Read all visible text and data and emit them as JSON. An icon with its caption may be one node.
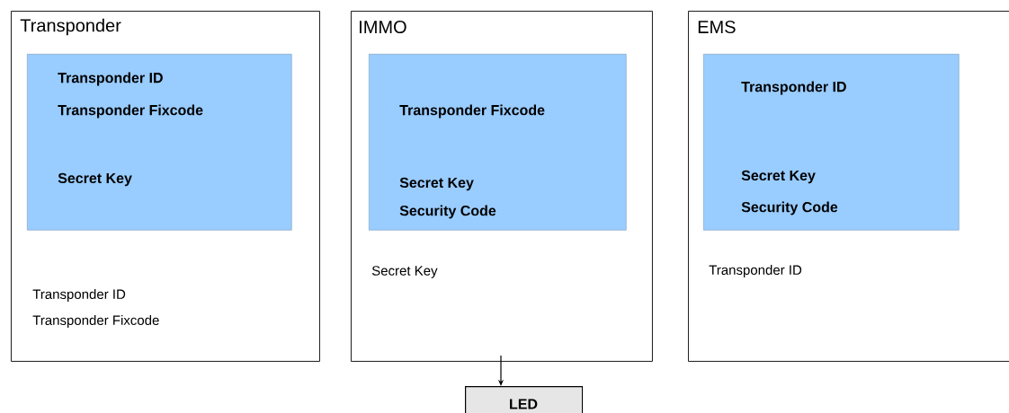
{
  "diagram": {
    "nodes": [
      {
        "text": [
          "Transponder",
          "Transponder ID",
          "Transponder Fixcode"
        ]
      },
      {
        "text": [
          "Transponder ID",
          "Transponder Fixcode",
          "Secret Key"
        ],
        "in": 0
      },
      {
        "text": [
          "IMMO",
          "Secret Key"
        ]
      },
      {
        "text": [
          "Transponder Fixcode",
          "Secret Key",
          "Security Code"
        ],
        "in": 2
      },
      {
        "text": [
          "EMS",
          "Transponder ID"
        ]
      },
      {
        "text": [
          "Transponder ID",
          "Secret Key",
          "Security Code"
        ],
        "in": 4
      },
      {
        "text": [
          "LED"
        ]
      }
    ],
    "edges": [
      {
        "from": 2,
        "to": 6,
        "arrow": "to"
      }
    ]
  }
}
